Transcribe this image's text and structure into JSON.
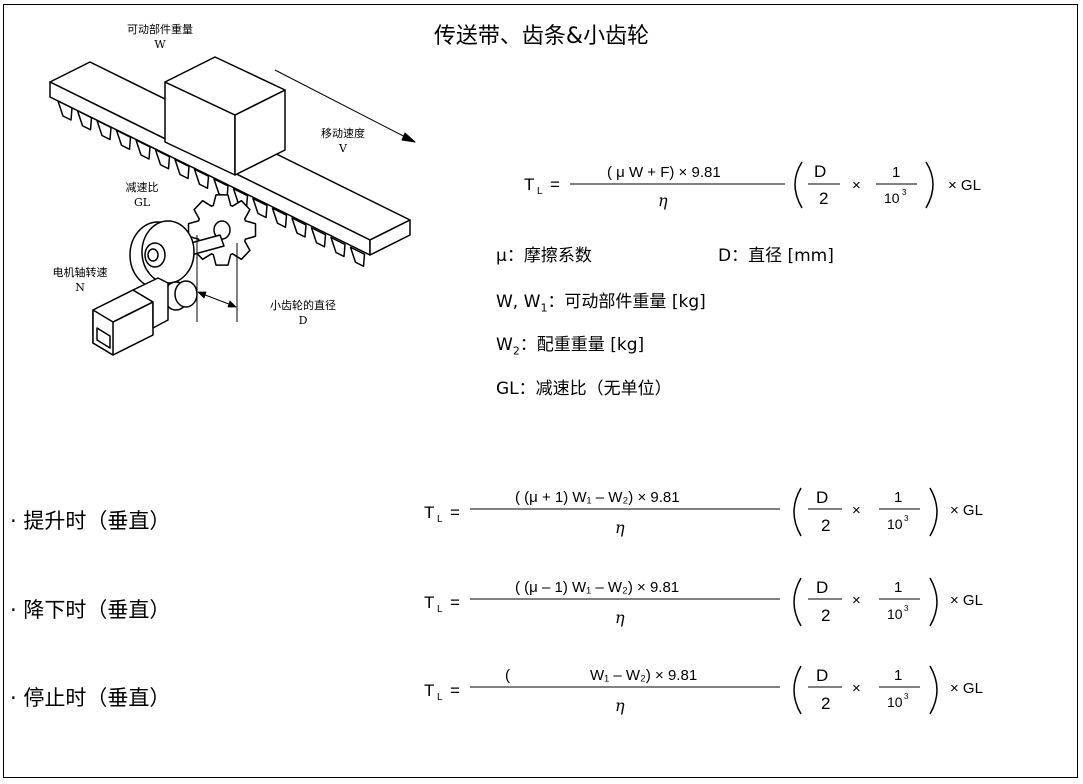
{
  "title": "传送带、齿条&小齿轮",
  "diagram": {
    "mass_label": "可动部件重量",
    "mass_symbol": "W",
    "speed_label": "移动速度",
    "speed_symbol": "V",
    "ratio_label": "减速比",
    "ratio_symbol": "GL",
    "motor_label": "电机轴转速",
    "motor_symbol": "N",
    "diameter_label": "小齿轮的直径",
    "diameter_symbol": "D"
  },
  "legend": {
    "mu": "μ：摩擦系数",
    "d": "D：直径 [mm]",
    "w1_prefix": "W, W",
    "w1_suffix": "：可动部件重量 [kg]",
    "w2_prefix": "W",
    "w2_suffix": "：配重重量 [kg]",
    "gl": "GL：减速比（无单位）"
  },
  "cases": {
    "lift": "· 提升时（垂直）",
    "lower": "· 降下时（垂直）",
    "stop": "· 停止时（垂直）"
  },
  "formulas": {
    "main": {
      "lhs": "T",
      "lhs_sub": "L",
      "eq": "=",
      "num": "( μ W + F) × 9.81",
      "den": "η",
      "d": "D",
      "two": "2",
      "times": "×",
      "one": "1",
      "ten": "10",
      "exp": "3",
      "gl": "× GL"
    },
    "lift": {
      "lhs": "T",
      "lhs_sub": "L",
      "eq": "=",
      "num": "( (μ + 1) W₁ – W₂) × 9.81",
      "den": "η",
      "d": "D",
      "two": "2",
      "times": "×",
      "one": "1",
      "ten": "10",
      "exp": "3",
      "gl": "× GL"
    },
    "lower": {
      "lhs": "T",
      "lhs_sub": "L",
      "eq": "=",
      "num": "( (μ – 1) W₁ – W₂) × 9.81",
      "den": "η",
      "d": "D",
      "two": "2",
      "times": "×",
      "one": "1",
      "ten": "10",
      "exp": "3",
      "gl": "× GL"
    },
    "stop": {
      "lhs": "T",
      "lhs_sub": "L",
      "eq": "=",
      "num_open": "(",
      "num": "W₁ – W₂) × 9.81",
      "den": "η",
      "d": "D",
      "two": "2",
      "times": "×",
      "one": "1",
      "ten": "10",
      "exp": "3",
      "gl": "× GL"
    }
  }
}
